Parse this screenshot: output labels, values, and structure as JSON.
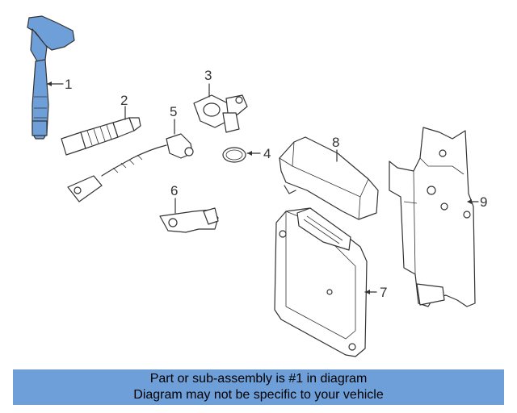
{
  "callouts": {
    "c1": "1",
    "c2": "2",
    "c3": "3",
    "c4": "4",
    "c5": "5",
    "c6": "6",
    "c7": "7",
    "c8": "8",
    "c9": "9"
  },
  "caption": {
    "line1": "Part or sub-assembly is #1 in diagram",
    "line2": "Diagram may not be specific to your vehicle"
  },
  "colors": {
    "highlight": "#6f9fd8",
    "line": "#333333"
  }
}
